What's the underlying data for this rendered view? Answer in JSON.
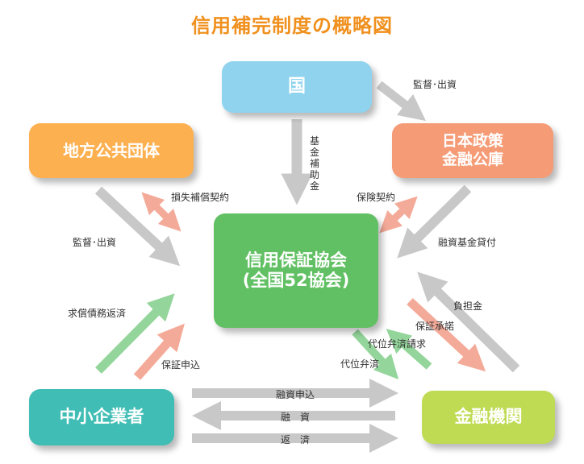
{
  "title": "信用補完制度の概略図",
  "nodes": {
    "kuni": "国",
    "chiho": "地方公共団体",
    "jfc_line1": "日本政策",
    "jfc_line2": "金融公庫",
    "cgc_line1": "信用保証協会",
    "cgc_line2": "(全国52協会)",
    "sme": "中小企業者",
    "bank": "金融機関"
  },
  "labels": {
    "kuni_to_jfc": "監督･出資",
    "kuni_to_cgc": "基金補助金",
    "chiho_cgc_contract": "損失補償契約",
    "chiho_to_cgc": "監督･出資",
    "jfc_cgc_insurance": "保険契約",
    "jfc_to_cgc": "融資基金貸付",
    "cgc_to_sme": "求償債務返済",
    "sme_to_cgc": "保証申込",
    "bank_to_cgc": "負担金",
    "cgc_to_bank": "保証承諾",
    "bank_claim": "代位弁済請求",
    "cgc_payment": "代位弁済",
    "sme_to_bank_apply": "融資申込",
    "bank_to_sme_loan": "融　資",
    "sme_to_bank_repay": "返　済"
  }
}
